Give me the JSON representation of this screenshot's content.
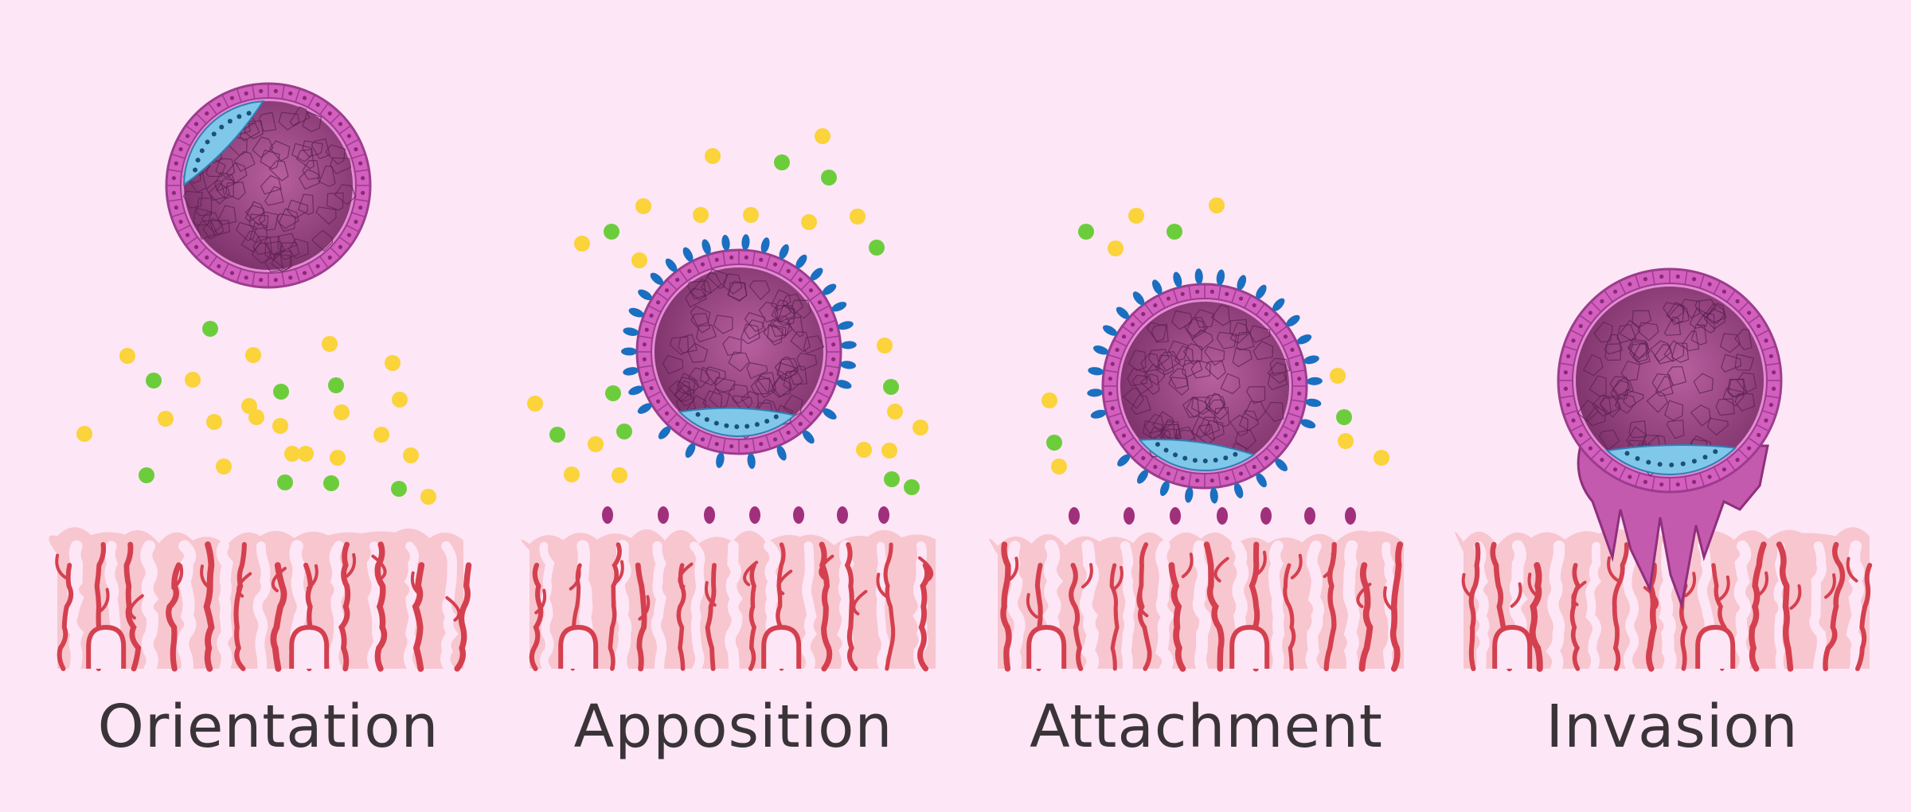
{
  "stages": [
    {
      "label": "Orientation"
    },
    {
      "label": "Apposition"
    },
    {
      "label": "Attachment"
    },
    {
      "label": "Invasion"
    }
  ],
  "colors": {
    "background": "#fde6f6",
    "tissue": "#f7c6cf",
    "vessel": "#d4404f",
    "trophoblast": "#d35fbf",
    "inner_cell_mass": "#7fc8ea",
    "cavity": "#8c3f78",
    "signal_yellow": "#fbd33a",
    "signal_green": "#6ccd3c",
    "receptor_blue": "#1a6fc0",
    "pinopode": "#a0307c"
  },
  "icons": [
    "blastocyst",
    "endometrium",
    "molecule-dot",
    "receptor",
    "pinopode"
  ]
}
